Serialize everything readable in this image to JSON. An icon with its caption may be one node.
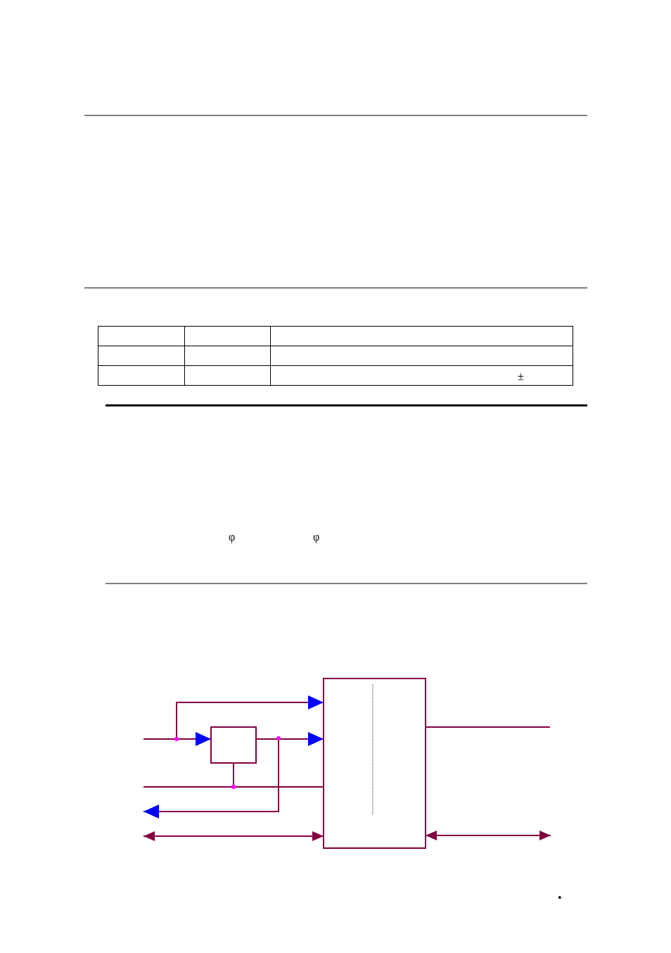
{
  "diagram": {
    "nodes": [
      {
        "text": [],
        "shape": "box"
      },
      {
        "text": [],
        "shape": "box"
      }
    ],
    "edges": [
      {
        "from": null,
        "to": 1,
        "arrow": "to"
      },
      {
        "from": null,
        "to": 0,
        "arrow": "to"
      },
      {
        "from": 1,
        "to": 0,
        "arrow": "to"
      },
      {
        "from": 1,
        "to": null,
        "arrow": "to"
      },
      {
        "from": null,
        "to": 0,
        "arrow": "none"
      },
      {
        "from": 1,
        "to": 0,
        "arrow": "none"
      },
      {
        "from": null,
        "to": 0,
        "arrow": "both"
      },
      {
        "from": 0,
        "to": null,
        "arrow": "none"
      },
      {
        "from": 0,
        "to": null,
        "arrow": "both"
      }
    ],
    "labels": [
      "±",
      "φ",
      "φ",
      "•"
    ]
  }
}
